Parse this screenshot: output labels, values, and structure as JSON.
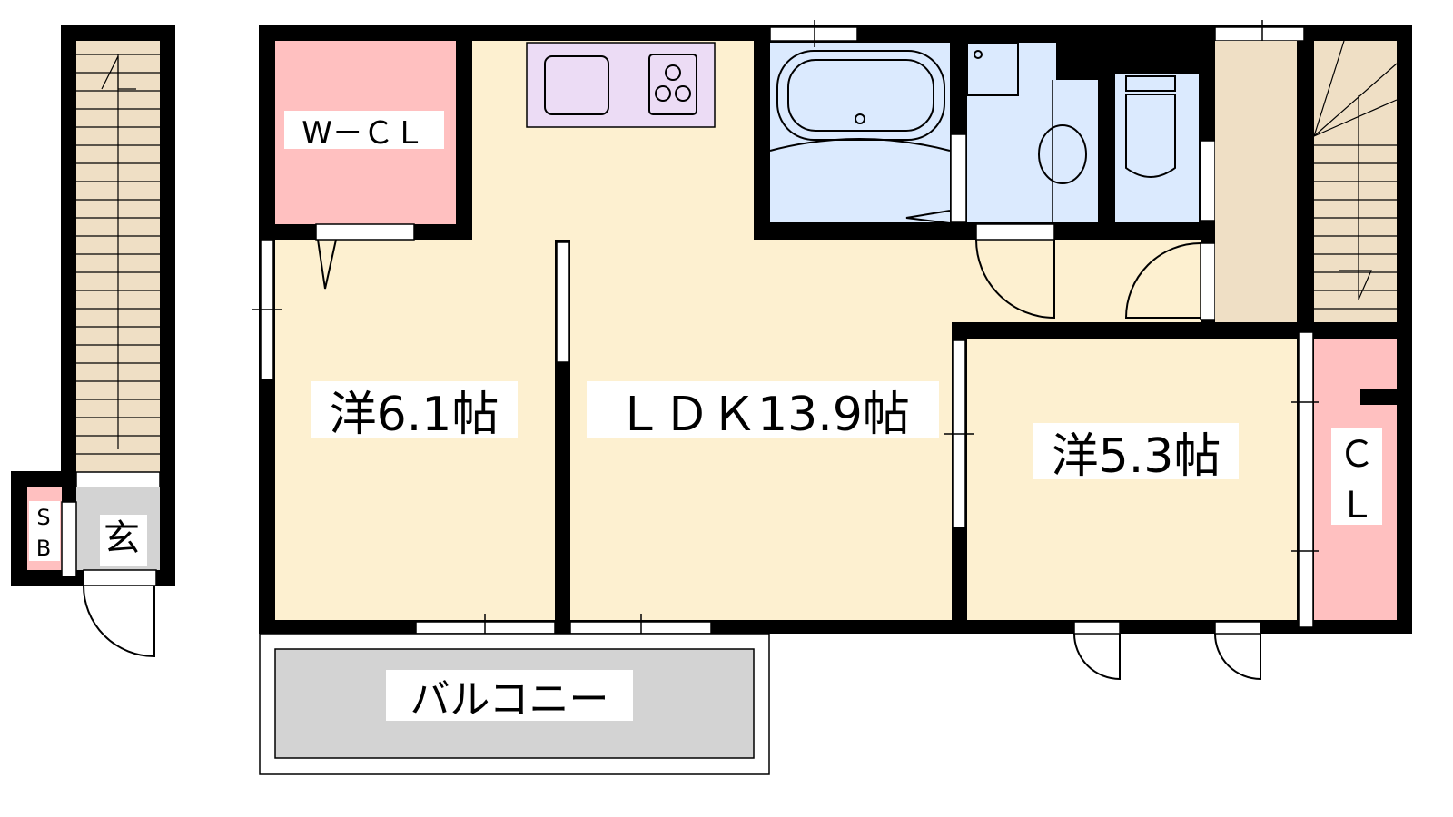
{
  "colors": {
    "wall": "#000000",
    "floor": "#fdf0d0",
    "closet": "#ffc0c0",
    "wet_area": "#dbeafe",
    "hall": "#efdfc5",
    "kitchen": "#ecdcf5",
    "balcony": "#d3d3d3",
    "entrance": "#d3d3d3"
  },
  "rooms": {
    "wcl": "W－ＣＬ",
    "western1": "洋6.1帖",
    "ldk": "ＬＤＫ13.9帖",
    "western2": "洋5.3帖",
    "cl_top": "Ｃ",
    "cl_bottom": "Ｌ",
    "balcony": "バルコニー",
    "entrance": "玄",
    "sb_top": "S",
    "sb_bottom": "B"
  }
}
